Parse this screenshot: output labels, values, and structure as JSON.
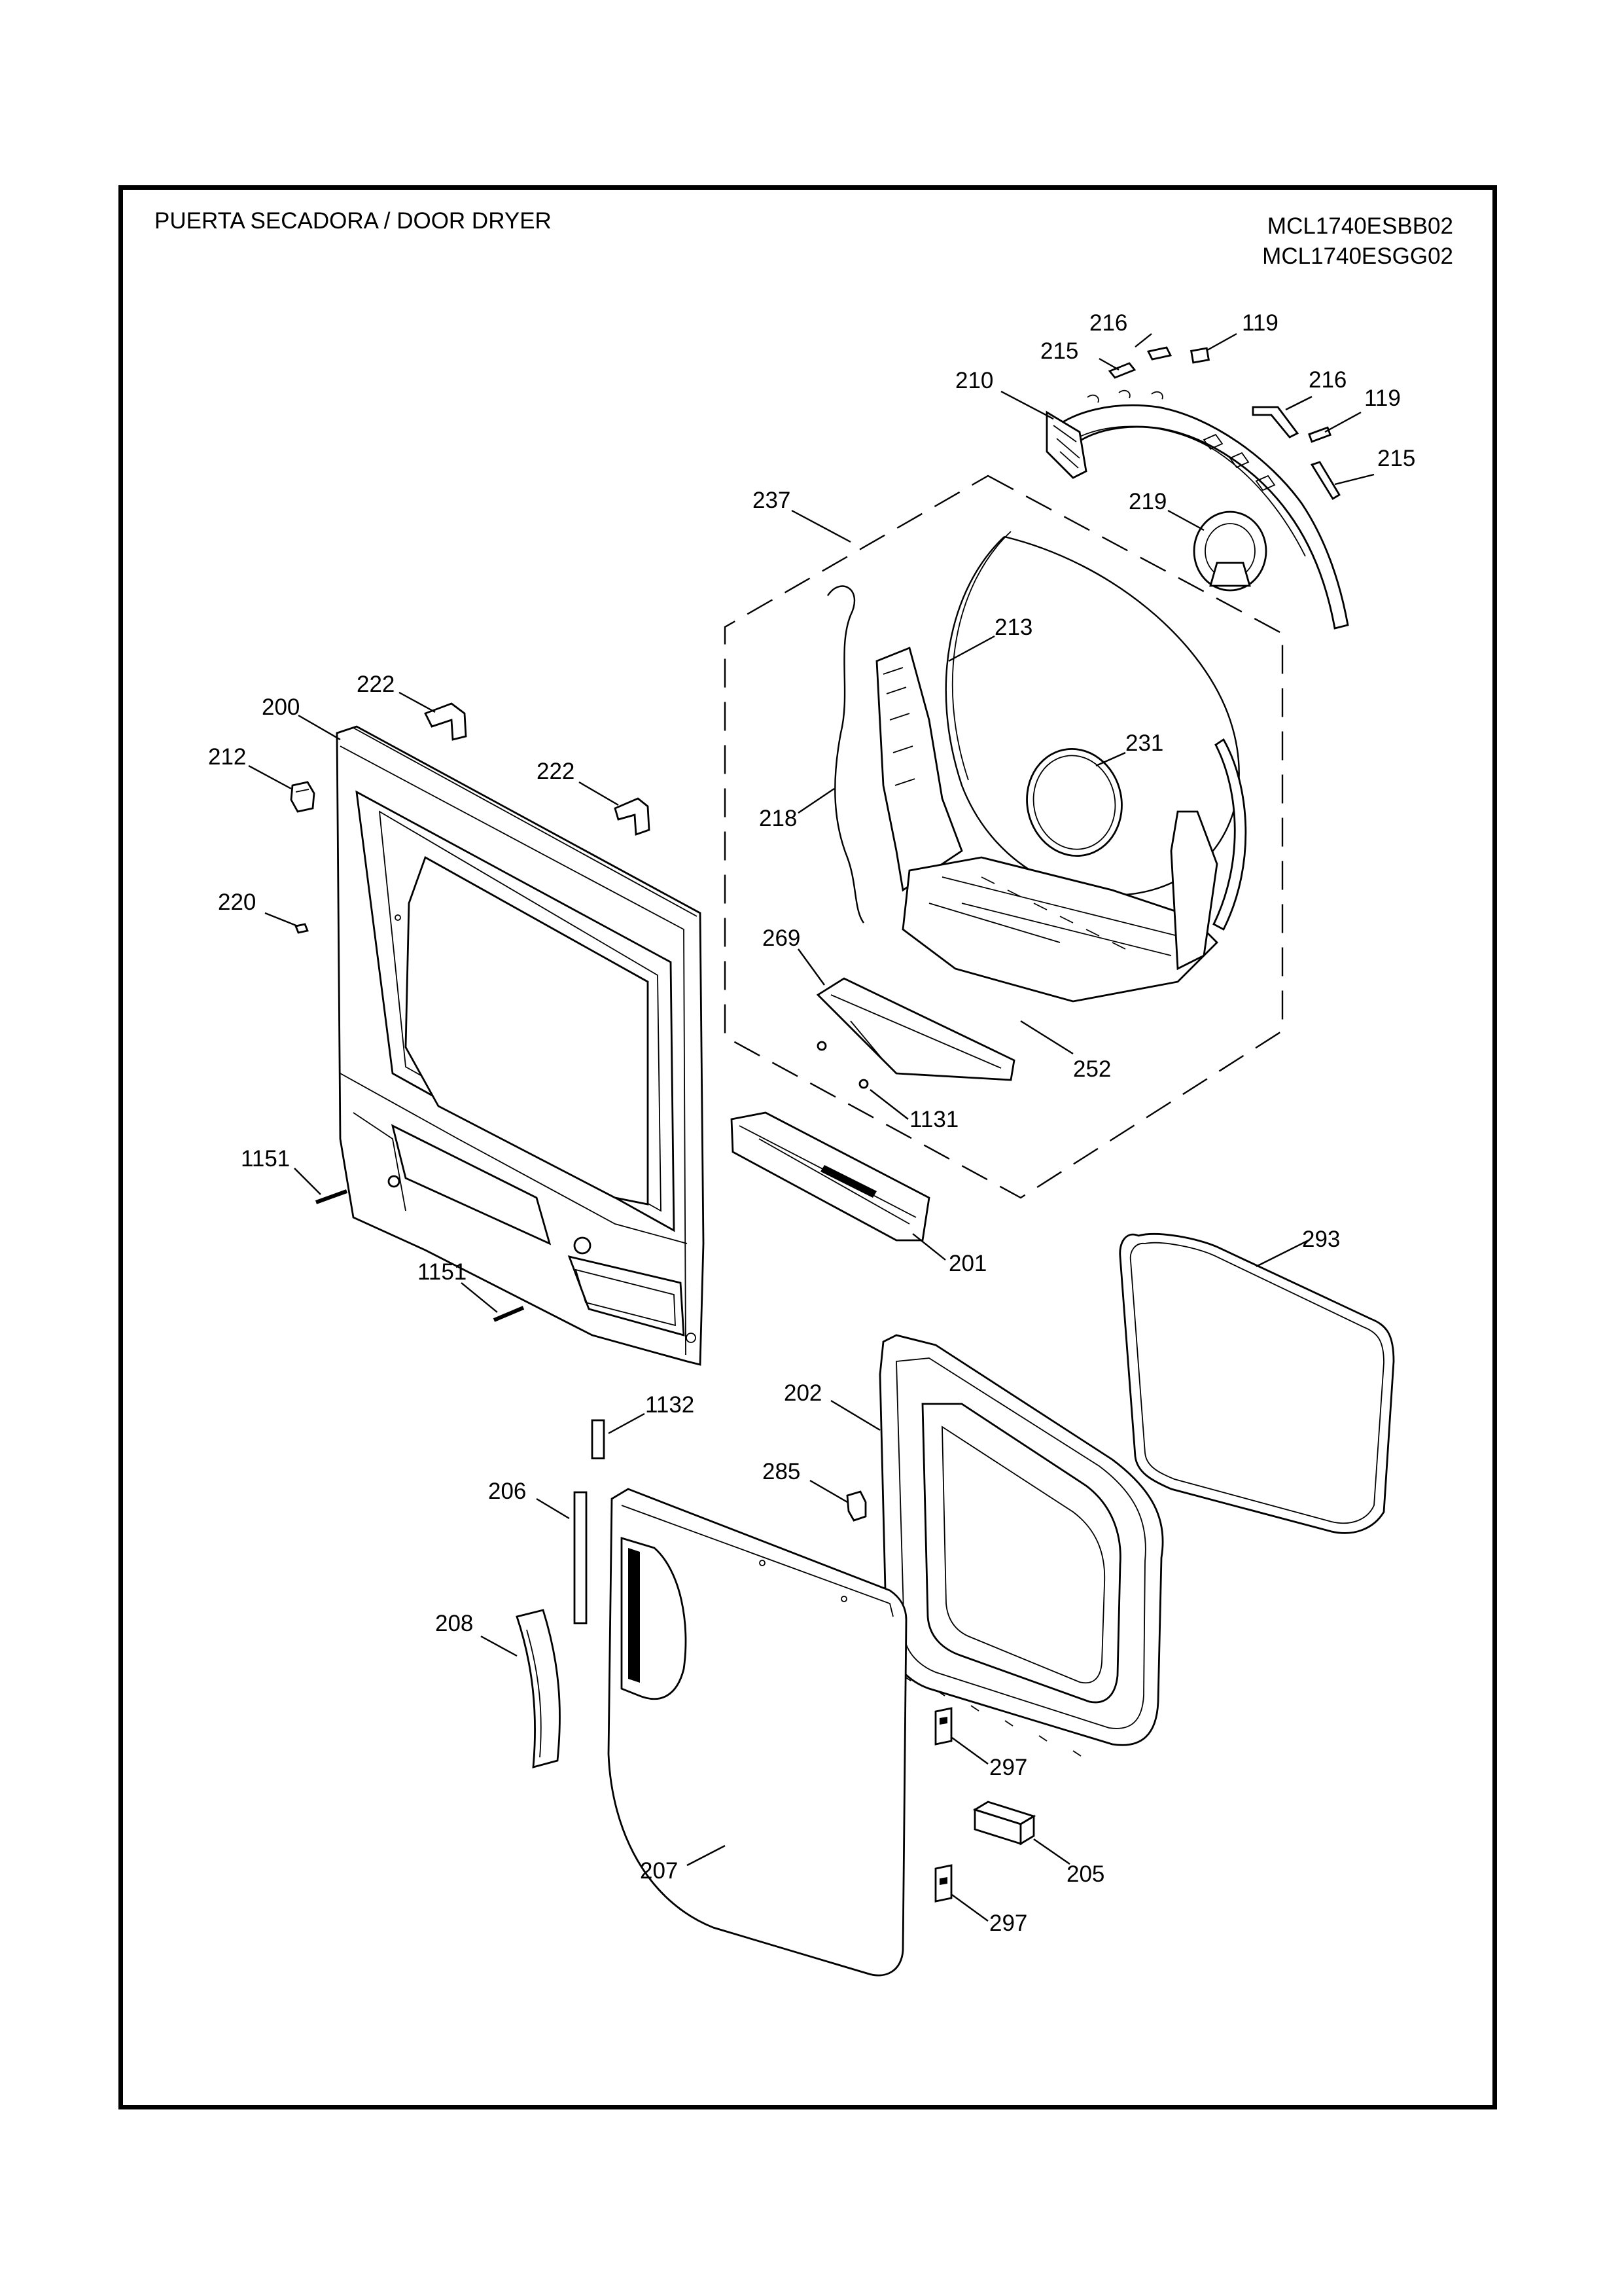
{
  "header": {
    "title": "PUERTA SECADORA / DOOR DRYER",
    "models": [
      "MCL1740ESBB02",
      "MCL1740ESGG02"
    ]
  },
  "callouts": [
    {
      "id": "c216a",
      "text": "216"
    },
    {
      "id": "c119a",
      "text": "119"
    },
    {
      "id": "c215a",
      "text": "215"
    },
    {
      "id": "c210",
      "text": "210"
    },
    {
      "id": "c216b",
      "text": "216"
    },
    {
      "id": "c119b",
      "text": "119"
    },
    {
      "id": "c215b",
      "text": "215"
    },
    {
      "id": "c237",
      "text": "237"
    },
    {
      "id": "c219",
      "text": "219"
    },
    {
      "id": "c213",
      "text": "213"
    },
    {
      "id": "c231",
      "text": "231"
    },
    {
      "id": "c218",
      "text": "218"
    },
    {
      "id": "c269",
      "text": "269"
    },
    {
      "id": "c252",
      "text": "252"
    },
    {
      "id": "c1131",
      "text": "1131"
    },
    {
      "id": "c200",
      "text": "200"
    },
    {
      "id": "c222a",
      "text": "222"
    },
    {
      "id": "c222b",
      "text": "222"
    },
    {
      "id": "c212",
      "text": "212"
    },
    {
      "id": "c220",
      "text": "220"
    },
    {
      "id": "c1151a",
      "text": "1151"
    },
    {
      "id": "c1151b",
      "text": "1151"
    },
    {
      "id": "c201",
      "text": "201"
    },
    {
      "id": "c293",
      "text": "293"
    },
    {
      "id": "c202",
      "text": "202"
    },
    {
      "id": "c1132",
      "text": "1132"
    },
    {
      "id": "c285",
      "text": "285"
    },
    {
      "id": "c206",
      "text": "206"
    },
    {
      "id": "c208",
      "text": "208"
    },
    {
      "id": "c297a",
      "text": "297"
    },
    {
      "id": "c205",
      "text": "205"
    },
    {
      "id": "c207",
      "text": "207"
    },
    {
      "id": "c297b",
      "text": "297"
    }
  ]
}
